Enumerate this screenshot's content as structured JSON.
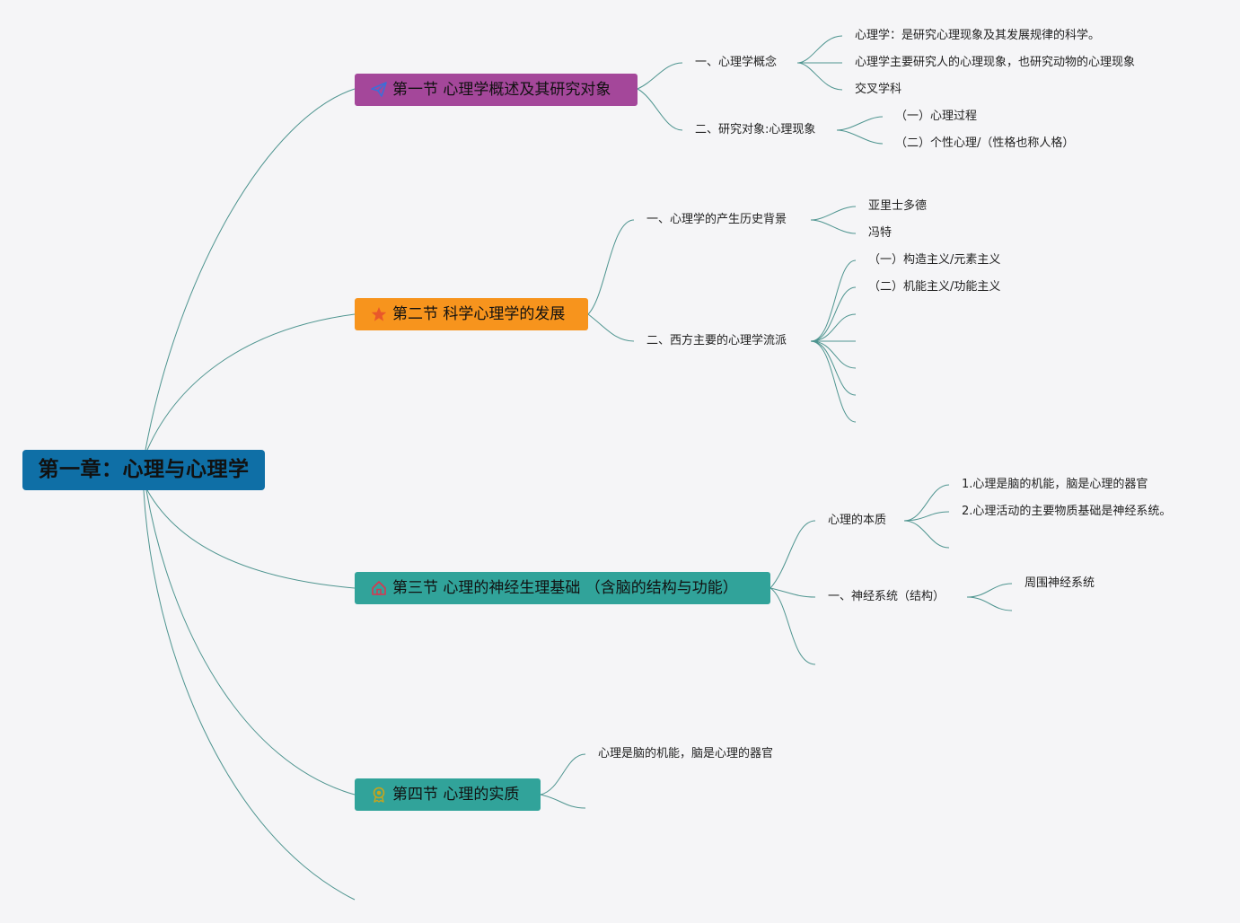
{
  "root": {
    "label": "第一章：心理与心理学"
  },
  "sections": [
    {
      "label": "第一节 心理学概述及其研究对象",
      "color": "#a4479a",
      "icon": "paper-plane-icon",
      "topics": [
        {
          "label": "一、心理学概念",
          "items": [
            "心理学：是研究心理现象及其发展规律的科学。",
            "心理学主要研究人的心理现象，也研究动物的心理现象",
            "交叉学科"
          ]
        },
        {
          "label": "二、研究对象:心理现象",
          "items": [
            "（一）心理过程",
            "（二）个性心理/（性格也称人格）"
          ]
        }
      ]
    },
    {
      "label": "第二节 科学心理学的发展",
      "color": "#f7941d",
      "icon": "star-icon",
      "topics": [
        {
          "label": "一、心理学的产生历史背景",
          "items": [
            "亚里士多德",
            "冯特"
          ]
        },
        {
          "label": "二、西方主要的心理学流派",
          "items": [
            "（一）构造主义/元素主义",
            "（二）机能主义/功能主义"
          ]
        }
      ]
    },
    {
      "label": "第三节 心理的神经生理基础 （含脑的结构与功能）",
      "color": "#31a39a",
      "icon": "house-icon",
      "topics": [
        {
          "label": "心理的本质",
          "items": [
            "1.心理是脑的机能，脑是心理的器官",
            "2.心理活动的主要物质基础是神经系统。"
          ]
        },
        {
          "label": "一、神经系统（结构）",
          "items": [
            "周围神经系统"
          ]
        }
      ]
    },
    {
      "label": "第四节 心理的实质",
      "color": "#31a39a",
      "icon": "award-ribbon-icon",
      "topics": [
        {
          "label": "心理是脑的机能，脑是心理的器官"
        }
      ]
    }
  ]
}
